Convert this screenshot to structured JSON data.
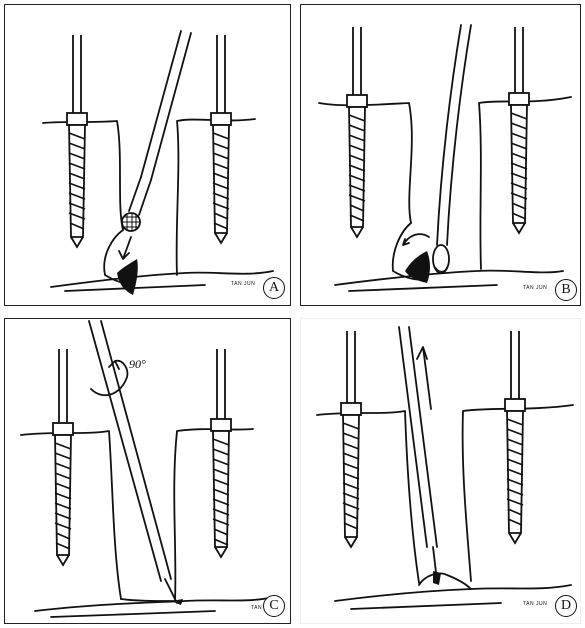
{
  "panels": [
    {
      "id": "A",
      "label": "A",
      "signature": "TAN JUN"
    },
    {
      "id": "B",
      "label": "B",
      "signature": "TAN JUN"
    },
    {
      "id": "C",
      "label": "C",
      "signature": "TAN",
      "rotation_label": "90°"
    },
    {
      "id": "D",
      "label": "D",
      "signature": "TAN JUN"
    }
  ],
  "colors": {
    "ink": "#111111",
    "background": "#ffffff"
  }
}
